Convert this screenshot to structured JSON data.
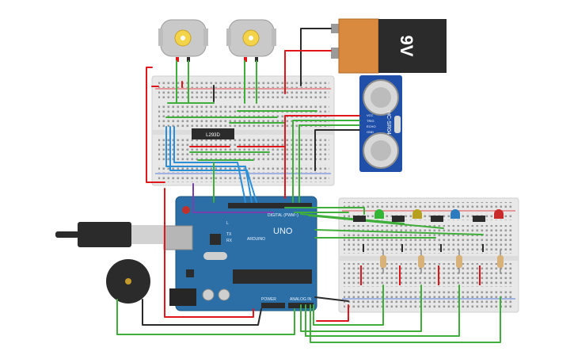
{
  "battery": {
    "label": "9V"
  },
  "driver_ic": {
    "label": "L293D"
  },
  "sensor": {
    "label": "HC-SR04",
    "pins": [
      "VCC",
      "TRIG",
      "ECHO",
      "GND"
    ]
  },
  "arduino": {
    "brand": "UNO",
    "sub": "ARDUINO",
    "digital": "DIGITAL (PWM~)",
    "power": "POWER",
    "analog": "ANALOG IN",
    "tx": "TX",
    "rx": "RX",
    "l": "L"
  },
  "colors": {
    "wire_red": "#e0161a",
    "wire_black": "#2b2b2b",
    "wire_green": "#3fae3a",
    "wire_blue": "#2a8fd6",
    "wire_purple": "#7b3fb0",
    "board_blue": "#2c6fa7",
    "breadboard": "#ececec",
    "battery_orange": "#d98a3f"
  },
  "leds": [
    {
      "color": "#35b536"
    },
    {
      "color": "#b7a01e"
    },
    {
      "color": "#2d7bbf"
    },
    {
      "color": "#c92a2a"
    }
  ]
}
